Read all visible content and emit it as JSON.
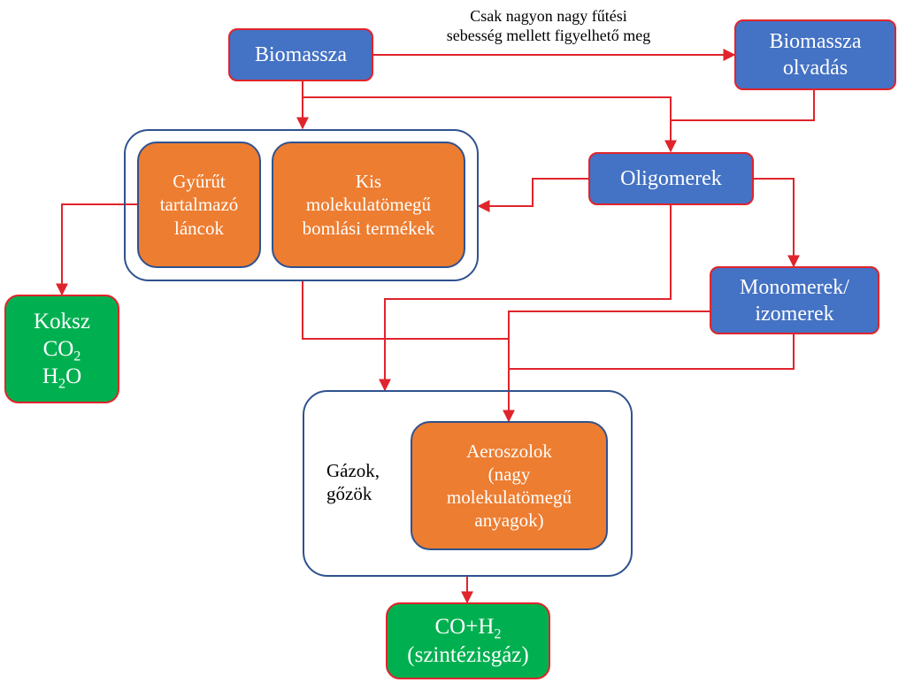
{
  "colors": {
    "blue": "#4472c4",
    "orange": "#ed7d31",
    "green": "#00b050",
    "arrow": "#e0242b",
    "frame": "#2f528f"
  },
  "note": {
    "line1": "Csak nagyon nagy fűtési",
    "line2": "sebesség mellett figyelhető meg"
  },
  "nodes": {
    "biomassza": {
      "label": "Biomassza"
    },
    "olvadas": {
      "line1": "Biomassza",
      "line2": "olvadás"
    },
    "oligomerek": {
      "label": "Oligomerek"
    },
    "monomerek": {
      "line1": "Monomerek/",
      "line2": "izomerek"
    },
    "gyurut": {
      "line1": "Gyűrűt",
      "line2": "tartalmazó",
      "line3": "láncok"
    },
    "kis": {
      "line1": "Kis",
      "line2": "molekulatömegű",
      "line3": "bomlási termékek"
    },
    "koksz": {
      "line1": "Koksz",
      "co2_main": "CO",
      "co2_sub": "2",
      "h2o_h": "H",
      "h2o_sub": "2",
      "h2o_o": "O"
    },
    "gazok": {
      "line1": "Gázok,",
      "line2": "gőzök"
    },
    "aeroszolok": {
      "line1": "Aeroszolok",
      "line2": "(nagy",
      "line3": "molekulatömegű",
      "line4": "anyagok)"
    },
    "szintezis": {
      "co_main": "CO+H",
      "co_sub": "2",
      "line2": "(szintézisgáz)"
    }
  }
}
